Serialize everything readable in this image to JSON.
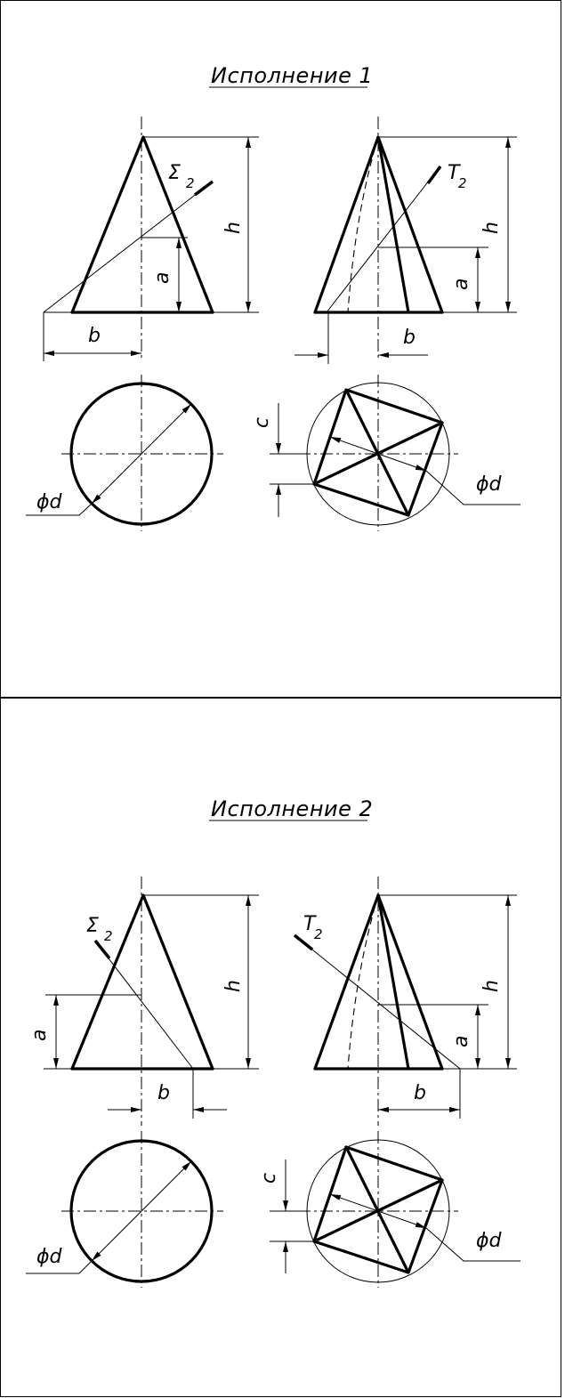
{
  "panels": [
    {
      "title": "Исполнение 1",
      "labels": {
        "left_plane": "Σ",
        "left_plane_sub": "2",
        "right_plane": "T",
        "right_plane_sub": "2",
        "h_left": "h",
        "h_right": "h",
        "a_left": "a",
        "a_right": "a",
        "b_left": "b",
        "b_right": "b",
        "c": "c",
        "d_left": "ϕd",
        "d_right": "ϕd"
      }
    },
    {
      "title": "Исполнение 2",
      "labels": {
        "left_plane": "Σ",
        "left_plane_sub": "2",
        "right_plane": "T",
        "right_plane_sub": "2",
        "h_left": "h",
        "h_right": "h",
        "a_left": "a",
        "a_right": "a",
        "b_left": "b",
        "b_right": "b",
        "c": "c",
        "d_left": "ϕd",
        "d_right": "ϕd"
      }
    }
  ]
}
